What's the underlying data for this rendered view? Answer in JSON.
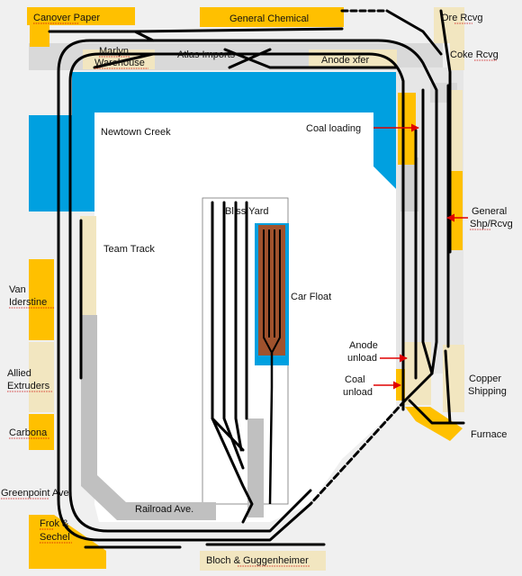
{
  "labels": {
    "canover_paper": "Canover Paper",
    "general_chemical": "General Chemical",
    "ore_rcvg": "Ore Rcvg",
    "coke_rcvg": "Coke Rcvg",
    "marlyn": "Marlyn",
    "warehouse": "Warehouse",
    "atlas_imports": "Atlas Imports",
    "anode_xfer": "Anode xfer",
    "newtown_creek": "Newtown Creek",
    "coal_loading": "Coal loading",
    "general_1": "General",
    "general_2": "Shp/Rcvg",
    "bliss_yard": "Bliss Yard",
    "team_track": "Team Track",
    "car_float": "Car Float",
    "van_1": "Van",
    "van_2": "Iderstine",
    "allied_1": "Allied",
    "allied_2": "Extruders",
    "carbona": "Carbona",
    "anode_unload_1": "Anode",
    "anode_unload_2": "unload",
    "coal_unload_1": "Coal",
    "coal_unload_2": "unload",
    "copper_1": "Copper",
    "copper_2": "Shipping",
    "furnace": "Furnace",
    "greenpoint": "Greenpoint Ave.",
    "railroad_ave": "Railroad Ave.",
    "frok_1": "Frok &",
    "frok_2": "Sechel",
    "bloch": "Bloch & Guggenheimer"
  },
  "colors": {
    "industry": "#ffc000",
    "industry_light": "#f2e6c0",
    "water": "#00a0e0",
    "road": "#c0c0c0",
    "float": "#a0522d",
    "track": "#000000",
    "arrow": "#e00000",
    "base": "#f0f0f0"
  }
}
